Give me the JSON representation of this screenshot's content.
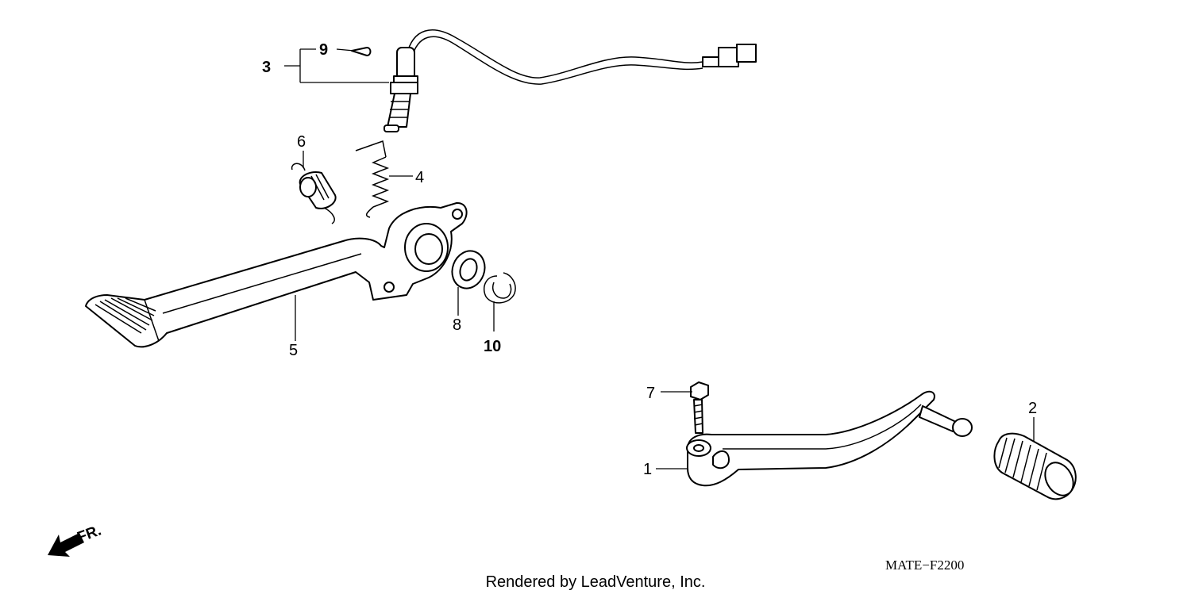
{
  "callouts": [
    {
      "id": "1",
      "text": "1"
    },
    {
      "id": "2",
      "text": "2"
    },
    {
      "id": "3",
      "text": "3"
    },
    {
      "id": "4",
      "text": "4"
    },
    {
      "id": "5",
      "text": "5"
    },
    {
      "id": "6",
      "text": "6"
    },
    {
      "id": "7",
      "text": "7"
    },
    {
      "id": "8",
      "text": "8"
    },
    {
      "id": "9",
      "text": "9"
    },
    {
      "id": "10",
      "text": "10"
    }
  ],
  "direction_label": "FR.",
  "diagram_code": "MATE−F2200",
  "credit": "Rendered by LeadVenture, Inc."
}
